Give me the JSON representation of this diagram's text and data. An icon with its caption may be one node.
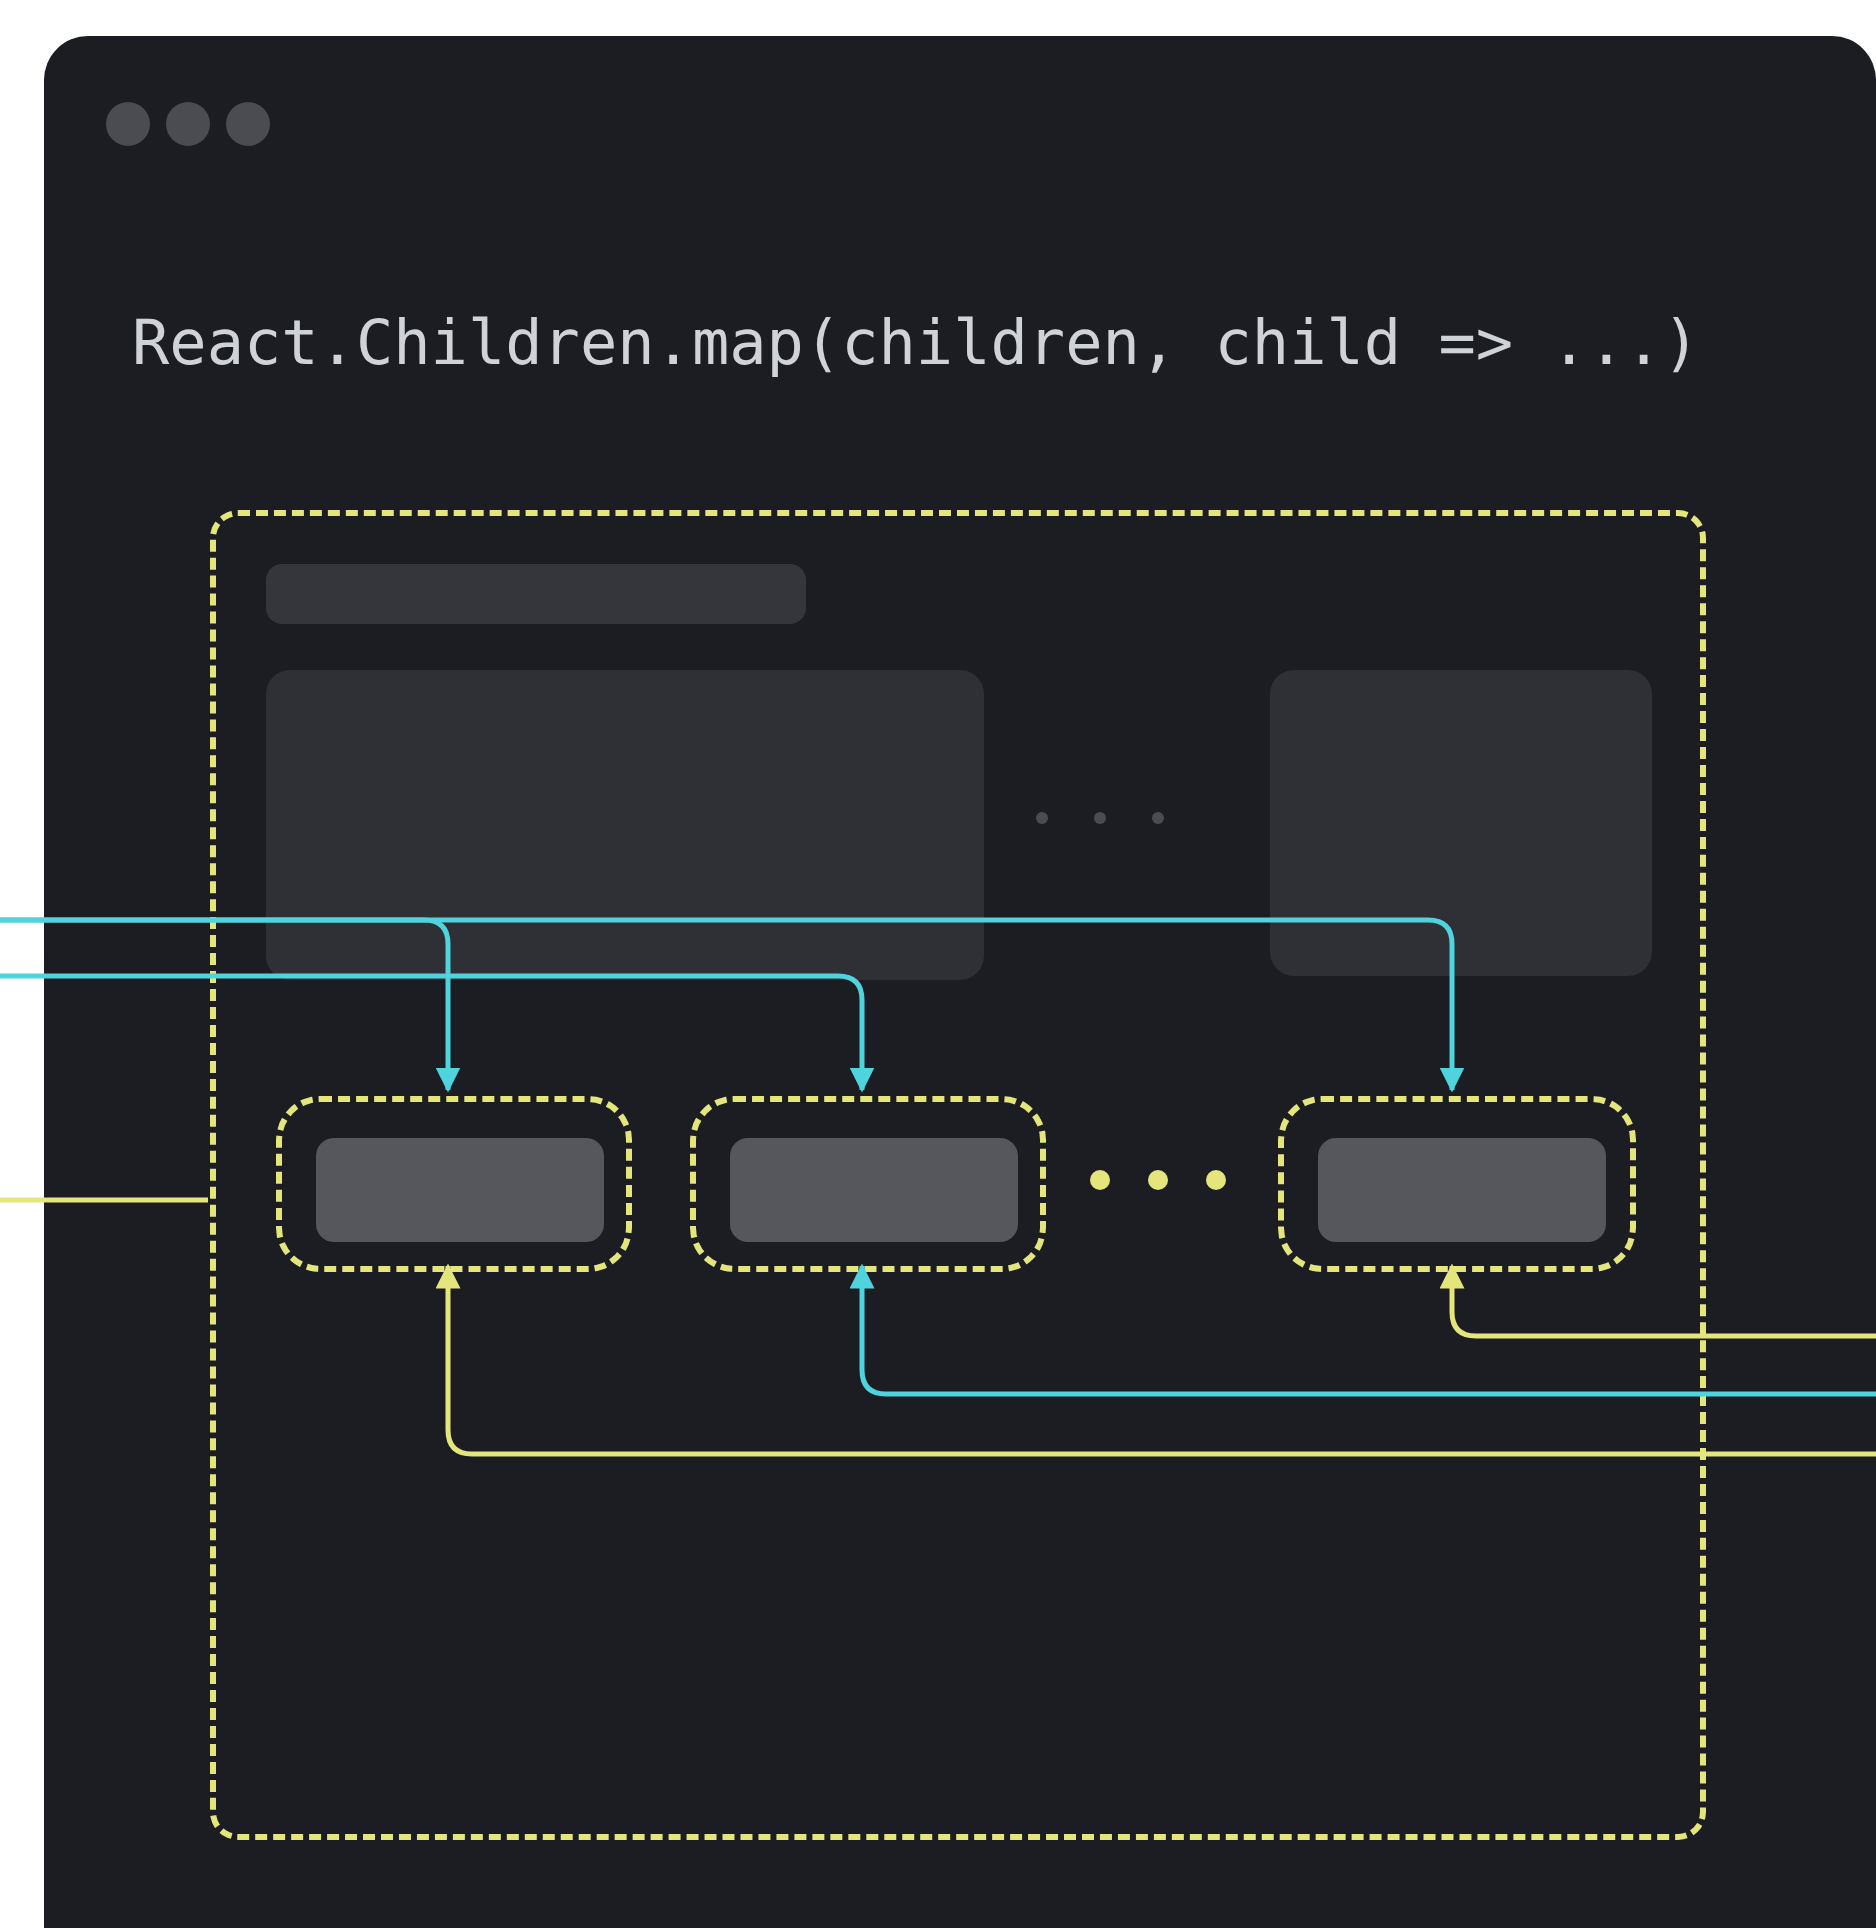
{
  "diagram": {
    "nodes": [
      {
        "text": [],
        "shape": "box"
      },
      {
        "text": [],
        "shape": "box",
        "in": 0
      },
      {
        "text": [],
        "shape": "box",
        "in": 0
      },
      {
        "text": [],
        "shape": "box",
        "in": 0
      },
      {
        "text": [],
        "shape": "bar",
        "in": 1
      },
      {
        "text": [],
        "shape": "bar",
        "in": 2
      },
      {
        "text": [],
        "shape": "bar",
        "in": 3
      }
    ],
    "edges": [
      {
        "from": null,
        "to": 1,
        "arrow": "to"
      },
      {
        "from": null,
        "to": 2,
        "arrow": "to"
      },
      {
        "from": null,
        "to": 3,
        "arrow": "to"
      },
      {
        "from": null,
        "to": 0,
        "arrow": "none",
        "color": "#e4e67c"
      },
      {
        "from": null,
        "to": 3,
        "arrow": "to",
        "color": "#e4e67c"
      },
      {
        "from": null,
        "to": 2,
        "arrow": "to"
      },
      {
        "from": null,
        "to": 1,
        "arrow": "to",
        "color": "#e4e67c"
      }
    ],
    "labels": [
      "React.Children.map(children, child => ...)"
    ]
  }
}
